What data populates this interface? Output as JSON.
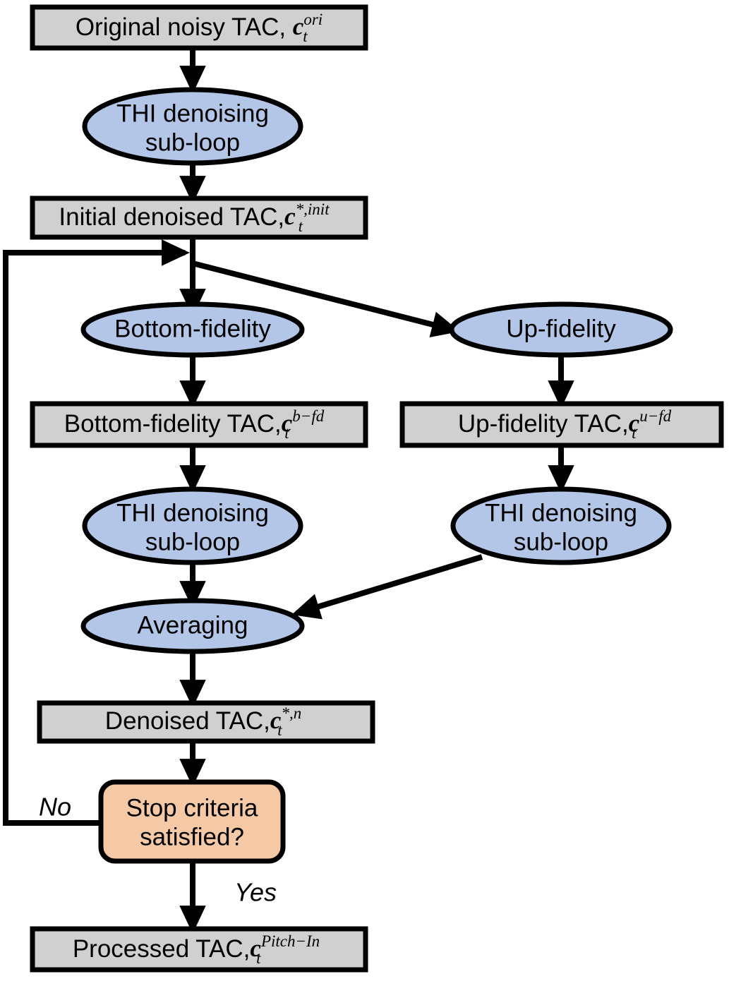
{
  "diagram": {
    "title": "Pitch-In TAC denoising iterative flowchart",
    "colors": {
      "process_fill": "#d0d0d0",
      "operation_fill": "#b4c6e7",
      "decision_fill": "#f5c9a6",
      "stroke": "#000000",
      "background": "#ffffff"
    },
    "nodes": {
      "original_tac": {
        "shape": "rectangle",
        "type": "process",
        "text": "Original noisy TAC, ",
        "var_base": "c",
        "var_sub": "t",
        "var_sup": "ori",
        "full_text": "Original noisy TAC, c_t^{ori}"
      },
      "thi_denoise_1": {
        "shape": "ellipse",
        "type": "operation",
        "line1": "THI denoising",
        "line2": "sub-loop"
      },
      "initial_denoised_tac": {
        "shape": "rectangle",
        "type": "process",
        "text": "Initial denoised TAC,",
        "var_base": "c",
        "var_sub": "t",
        "var_sup": "*,init",
        "full_text": "Initial denoised TAC,c_t^{*,init}"
      },
      "bottom_fidelity": {
        "shape": "ellipse",
        "type": "operation",
        "text": "Bottom-fidelity"
      },
      "up_fidelity": {
        "shape": "ellipse",
        "type": "operation",
        "text": "Up-fidelity"
      },
      "bottom_fidelity_tac": {
        "shape": "rectangle",
        "type": "process",
        "text": "Bottom-fidelity TAC,",
        "var_base": "c",
        "var_sub": "t",
        "var_sup": "b−fd",
        "full_text": "Bottom-fidelity TAC,c_t^{b-fd}"
      },
      "up_fidelity_tac": {
        "shape": "rectangle",
        "type": "process",
        "text": "Up-fidelity TAC,",
        "var_base": "c",
        "var_sub": "t",
        "var_sup": "u−fd",
        "full_text": "Up-fidelity TAC,c_t^{u-fd}"
      },
      "thi_denoise_2": {
        "shape": "ellipse",
        "type": "operation",
        "line1": "THI denoising",
        "line2": "sub-loop"
      },
      "thi_denoise_3": {
        "shape": "ellipse",
        "type": "operation",
        "line1": "THI denoising",
        "line2": "sub-loop"
      },
      "averaging": {
        "shape": "ellipse",
        "type": "operation",
        "text": "Averaging"
      },
      "denoised_tac": {
        "shape": "rectangle",
        "type": "process",
        "text": "Denoised TAC,",
        "var_base": "c",
        "var_sub": "t",
        "var_sup": "*,n",
        "full_text": "Denoised TAC,c_t^{*,n}"
      },
      "stop_criteria": {
        "shape": "rounded-rectangle",
        "type": "decision",
        "line1": "Stop criteria",
        "line2": "satisfied?"
      },
      "processed_tac": {
        "shape": "rectangle",
        "type": "process",
        "text": "Processed TAC,",
        "var_base": "c",
        "var_sub": "t",
        "var_sup": "Pitch−In",
        "full_text": "Processed TAC,c_t^{Pitch-In}"
      }
    },
    "edge_labels": {
      "no": "No",
      "yes": "Yes"
    },
    "edges": [
      {
        "from": "original_tac",
        "to": "thi_denoise_1",
        "label": ""
      },
      {
        "from": "thi_denoise_1",
        "to": "initial_denoised_tac",
        "label": ""
      },
      {
        "from": "initial_denoised_tac",
        "to": "bottom_fidelity",
        "label": ""
      },
      {
        "from": "initial_denoised_tac",
        "to": "up_fidelity",
        "label": ""
      },
      {
        "from": "bottom_fidelity",
        "to": "bottom_fidelity_tac",
        "label": ""
      },
      {
        "from": "up_fidelity",
        "to": "up_fidelity_tac",
        "label": ""
      },
      {
        "from": "bottom_fidelity_tac",
        "to": "thi_denoise_2",
        "label": ""
      },
      {
        "from": "up_fidelity_tac",
        "to": "thi_denoise_3",
        "label": ""
      },
      {
        "from": "thi_denoise_2",
        "to": "averaging",
        "label": ""
      },
      {
        "from": "thi_denoise_3",
        "to": "averaging",
        "label": ""
      },
      {
        "from": "averaging",
        "to": "denoised_tac",
        "label": ""
      },
      {
        "from": "denoised_tac",
        "to": "stop_criteria",
        "label": ""
      },
      {
        "from": "stop_criteria",
        "to": "processed_tac",
        "label": "Yes"
      },
      {
        "from": "stop_criteria",
        "to": "bottom_fidelity",
        "label": "No"
      }
    ]
  }
}
